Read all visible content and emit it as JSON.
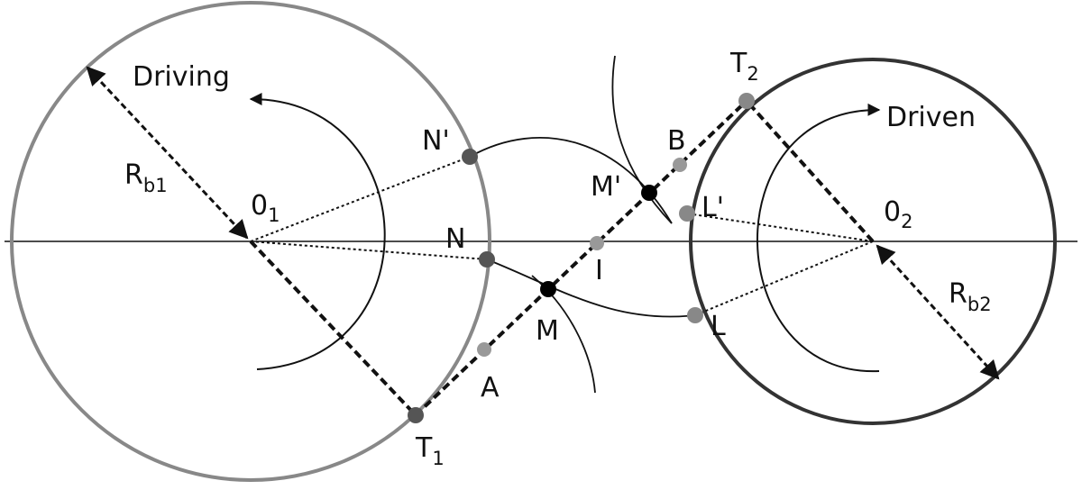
{
  "diagram": {
    "circles": {
      "driving": {
        "label": "Driving",
        "color": "#888888"
      },
      "driven": {
        "label": "Driven",
        "color": "#333333"
      }
    },
    "radii": {
      "rb1": {
        "main": "R",
        "sub": "b1"
      },
      "rb2": {
        "main": "R",
        "sub": "b2"
      }
    },
    "centers": {
      "o1": {
        "main": "0",
        "sub": "1"
      },
      "o2": {
        "main": "0",
        "sub": "2"
      }
    },
    "tangent_points": {
      "t1": {
        "main": "T",
        "sub": "1"
      },
      "t2": {
        "main": "T",
        "sub": "2"
      }
    },
    "points": {
      "n_prime": "N'",
      "n": "N",
      "m_prime": "M'",
      "m": "M",
      "b": "B",
      "a": "A",
      "i": "I",
      "l_prime": "L'",
      "l": "L"
    },
    "colors": {
      "dark_point": "#555555",
      "black_point": "#000000",
      "light_point": "#999999",
      "line": "#111111"
    }
  }
}
